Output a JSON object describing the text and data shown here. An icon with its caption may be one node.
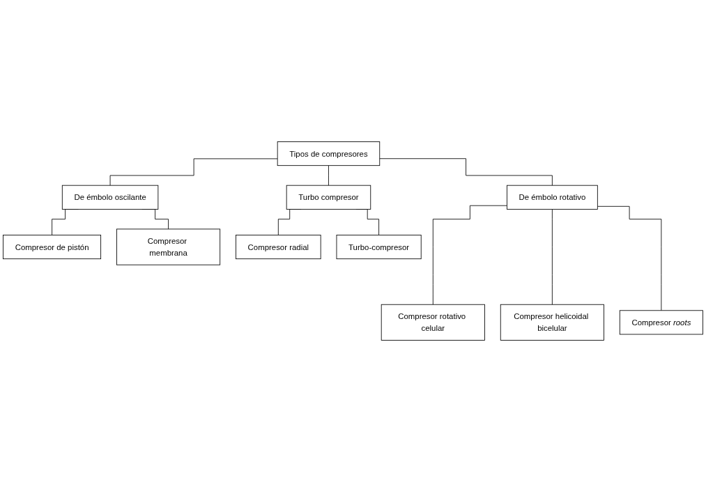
{
  "diagram": {
    "nodes": [
      {
        "text": [
          "Tipos de compresores"
        ]
      },
      {
        "text": [
          "De émbolo oscilante"
        ]
      },
      {
        "text": [
          "De émbolo rotativo"
        ]
      },
      {
        "text": [
          "Turbo compresor"
        ]
      },
      {
        "text": [
          "Compresor de pistón"
        ]
      },
      {
        "text": [
          "Compresor membrana"
        ]
      },
      {
        "text": [
          "Compresor radial"
        ]
      },
      {
        "text": [
          "Turbo-compresor"
        ]
      },
      {
        "text": [
          "Compresor rotativo celular"
        ]
      },
      {
        "text": [
          "Compresor helicoidal bicelular"
        ]
      },
      {
        "text": [
          "Compresor *roots*"
        ]
      }
    ],
    "edges": [
      {
        "from": 0,
        "to": 1,
        "arrow": "none"
      },
      {
        "from": 0,
        "to": 2,
        "arrow": "none"
      },
      {
        "from": 0,
        "to": 3,
        "arrow": "none"
      },
      {
        "from": 1,
        "to": 4,
        "arrow": "none"
      },
      {
        "from": 1,
        "to": 5,
        "arrow": "none"
      },
      {
        "from": 3,
        "to": 6,
        "arrow": "none"
      },
      {
        "from": 3,
        "to": 7,
        "arrow": "none"
      },
      {
        "from": 2,
        "to": 8,
        "arrow": "none"
      },
      {
        "from": 2,
        "to": 9,
        "arrow": "none"
      },
      {
        "from": 2,
        "to": 10,
        "arrow": "none"
      }
    ]
  }
}
